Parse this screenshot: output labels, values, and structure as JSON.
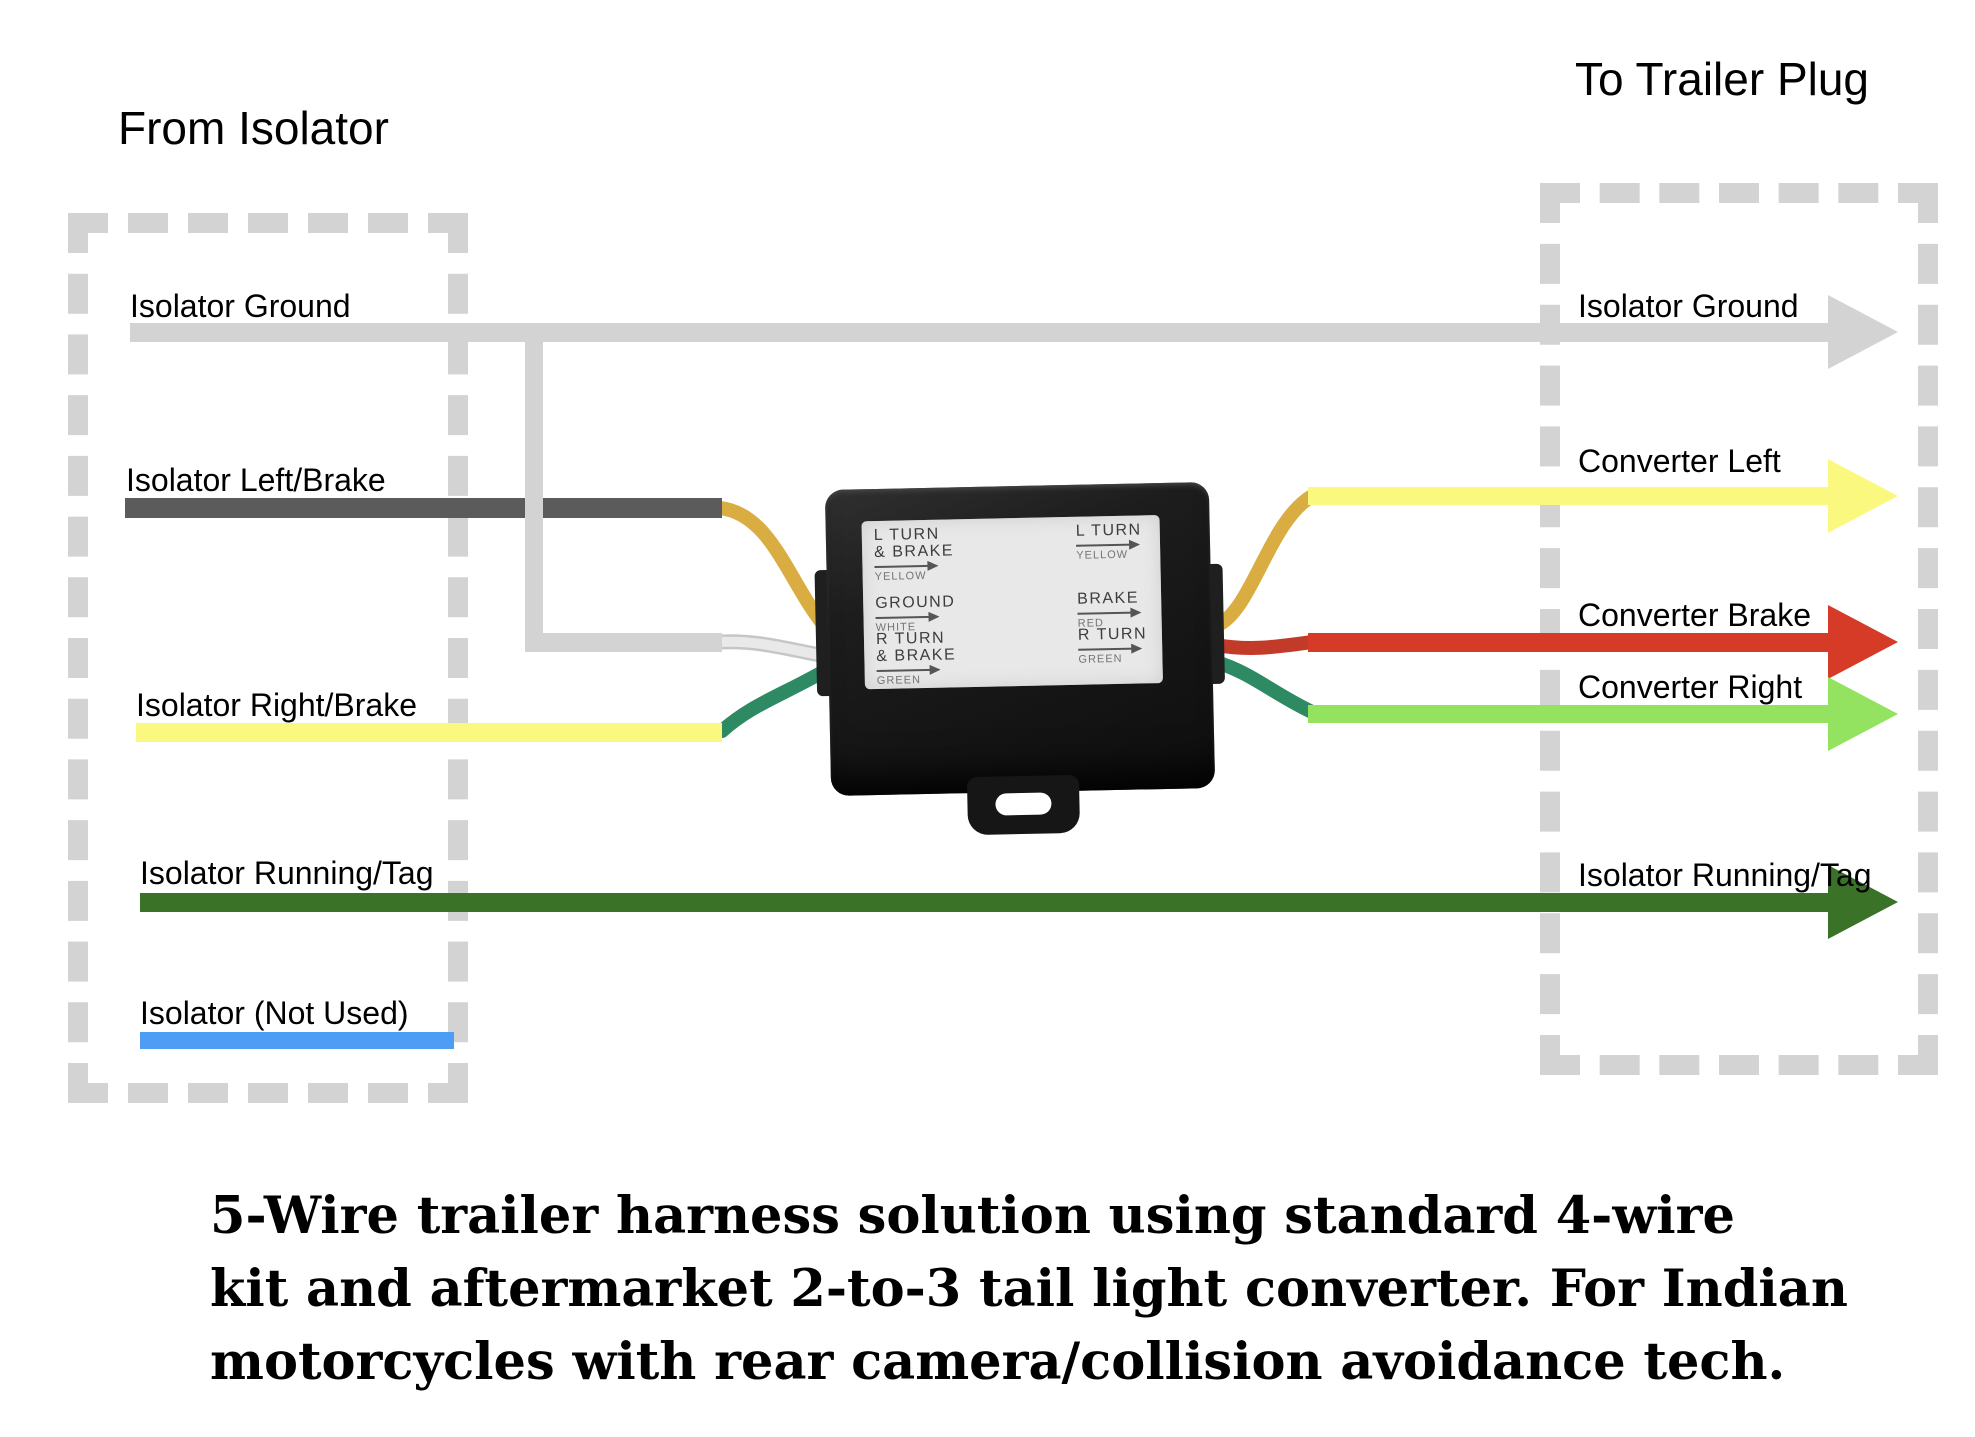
{
  "titles": {
    "from": "From Isolator",
    "to": "To Trailer Plug"
  },
  "from_isolator": {
    "ground": "Isolator Ground",
    "left_brake": "Isolator Left/Brake",
    "right_brake": "Isolator Right/Brake",
    "running_tag": "Isolator Running/Tag",
    "not_used": "Isolator (Not Used)"
  },
  "to_trailer": {
    "ground": "Isolator Ground",
    "converter_left": "Converter Left",
    "converter_brake": "Converter Brake",
    "converter_right": "Converter Right",
    "running_tag": "Isolator Running/Tag"
  },
  "converter_box": {
    "left_ports": [
      {
        "line1": "L TURN",
        "line2": "& BRAKE",
        "wire": "YELLOW"
      },
      {
        "line1": "GROUND",
        "line2": "",
        "wire": "WHITE"
      },
      {
        "line1": "R TURN",
        "line2": "& BRAKE",
        "wire": "GREEN"
      }
    ],
    "right_ports": [
      {
        "line1": "L TURN",
        "line2": "",
        "wire": "YELLOW"
      },
      {
        "line1": "BRAKE",
        "line2": "",
        "wire": "RED"
      },
      {
        "line1": "R TURN",
        "line2": "",
        "wire": "GREEN"
      }
    ]
  },
  "caption": {
    "line1": "5-Wire trailer harness solution using standard 4-wire",
    "line2": "kit and aftermarket 2-to-3 tail light converter. For Indian",
    "line3": "motorcycles with rear camera/collision avoidance tech."
  },
  "colors": {
    "wire_gray": "#d3d3d3",
    "wire_dark_gray": "#5b5b5b",
    "wire_pale_yellow": "#fbf880",
    "wire_dark_green": "#3a7227",
    "wire_blue": "#4d9df5",
    "arrow_red": "#d63b27",
    "arrow_light_green": "#93e360",
    "photo_yellow": "#d9ad42",
    "photo_white": "#e9e9e9",
    "photo_red": "#c23a28",
    "photo_green": "#2e8a63"
  }
}
